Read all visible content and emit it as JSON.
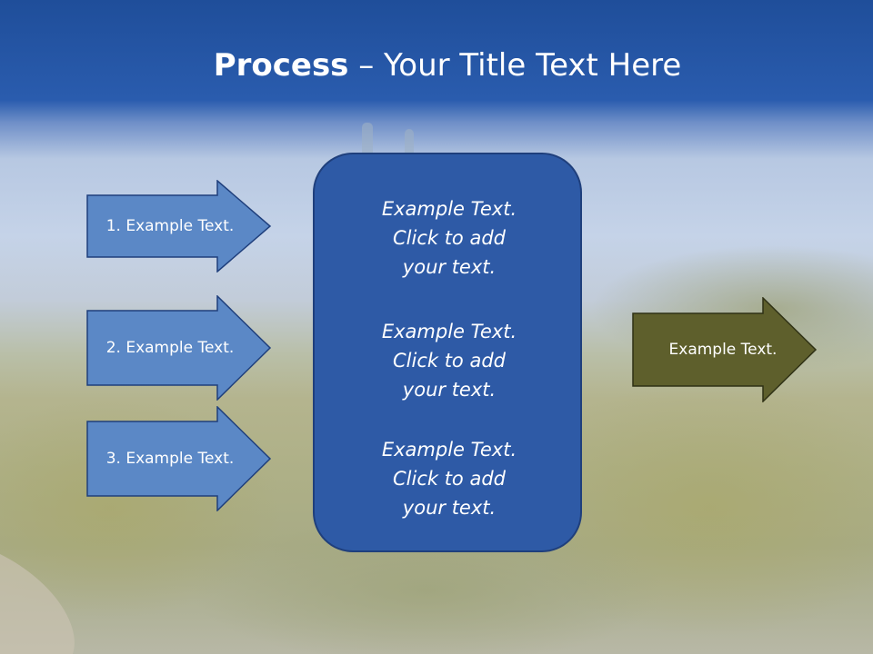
{
  "slide": {
    "title_bold": "Process",
    "title_rest": " – Your Title Text Here"
  },
  "steps": [
    {
      "label": "1. Example Text."
    },
    {
      "label": "2. Example Text."
    },
    {
      "label": "3. Example Text."
    }
  ],
  "panel": {
    "items": [
      {
        "line1": "Example Text.",
        "line2": "Click  to add",
        "line3": "your text."
      },
      {
        "line1": "Example Text.",
        "line2": "Click  to add",
        "line3": "your text."
      },
      {
        "line1": "Example Text.",
        "line2": "Click  to add",
        "line3": "your text."
      }
    ]
  },
  "result": {
    "label": "Example Text."
  },
  "colors": {
    "header_blue": "#1f4e9a",
    "step_arrow_fill": "#5b88c6",
    "step_arrow_border": "#1f3f7c",
    "panel_fill": "#2e5aa6",
    "result_arrow_fill": "#5e5f2c",
    "result_arrow_border": "#2f3115"
  }
}
